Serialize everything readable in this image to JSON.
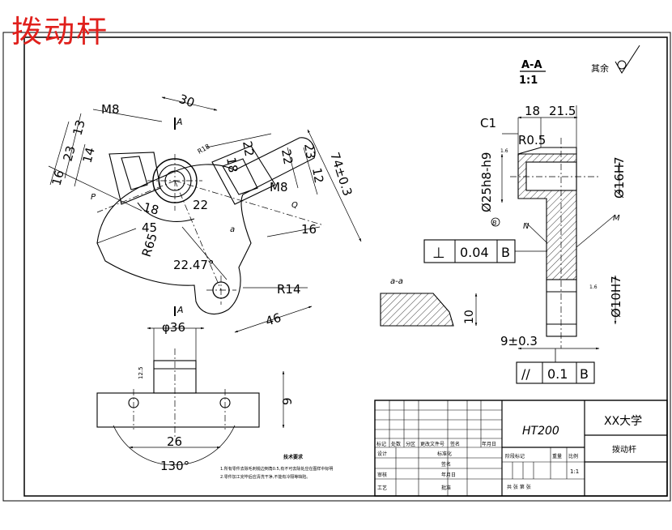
{
  "sheet": {
    "title": "拨动杆",
    "section_label": "A-A",
    "section_scale": "1:1",
    "surface_rest": "其余",
    "view_arrow_label": "A",
    "detail_label": "a-a",
    "letters": {
      "p": "P",
      "q": "Q",
      "n": "N",
      "m": "M",
      "a": "a",
      "b_circle": "B"
    }
  },
  "dims": {
    "m8_left": "M8",
    "d30": "30",
    "d13": "13",
    "d23_left": "23",
    "d14": "14",
    "d16_left": "16",
    "r18_left": "18",
    "d45": "45",
    "r65": "R65",
    "angle_2247": "22.47°",
    "d22_mid": "22",
    "r18_small": "R18",
    "d18_top": "18",
    "d22_top": "22",
    "d22_right": "22",
    "d23_right": "23",
    "d12": "12",
    "m8_right": "M8",
    "d74": "74±0.3",
    "d16_right": "16",
    "r14": "R14",
    "d46": "46",
    "phi36": "φ36",
    "d26": "26",
    "a130": "130°",
    "d9": "9",
    "c1": "C1",
    "d18_sec": "18",
    "d215": "21.5",
    "r05": "R0.5",
    "phi25": "Ø25h8-h9",
    "phi16": "Ø16H7",
    "phi10": "Ø10H7",
    "d10": "10",
    "d93": "9±0.3",
    "rough_small": "1.6",
    "rough_12": "12.5"
  },
  "tolerances": {
    "perp": {
      "symbol": "⊥",
      "value": "0.04",
      "datum": "B"
    },
    "parallel": {
      "symbol": "//",
      "value": "0.1",
      "datum": "B"
    }
  },
  "notes": {
    "heading": "技术要求",
    "line1": "1.所有零件去除毛刺锐边倒角0.5,有不可去除处应在图样中标明",
    "line2": "2.零件加工完毕后应清洗干净,不能有冷隔等缺陷。"
  },
  "title_block": {
    "material": "HT200",
    "school": "XX大学",
    "part_name": "拨动杆",
    "col_mark": "标记",
    "col_count": "处数",
    "col_zone": "分区",
    "col_doc": "更改文件号",
    "col_sign": "签名",
    "col_date": "年月日",
    "design": "设计",
    "standard": "标准化",
    "stage": "阶段标记",
    "weight": "重量",
    "scale_label": "比例",
    "scale_value": "1:1",
    "review": "审核",
    "craft": "工艺",
    "approve": "批准",
    "shared": "共 张 第 张",
    "sign2": "签名",
    "date2": "年月日"
  }
}
